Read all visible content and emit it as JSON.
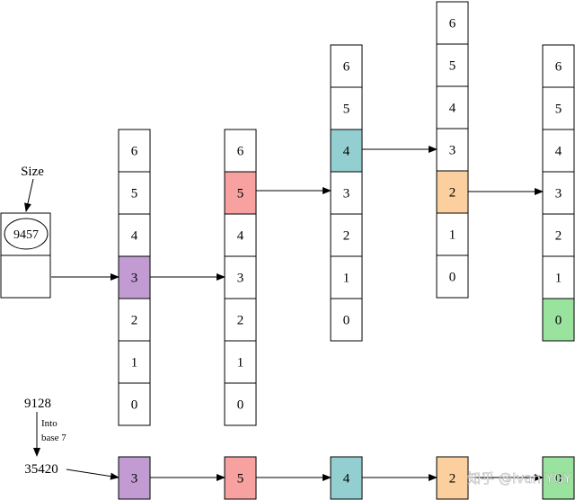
{
  "colors": {
    "purple": "#c39bd3",
    "red": "#f7a1a0",
    "teal": "#93cfd0",
    "orange": "#fbcf9e",
    "green": "#99e39e",
    "plain": "#ffffff",
    "stroke": "#000000"
  },
  "header": {
    "size_label": "Size",
    "size_value": "9457"
  },
  "columns": [
    {
      "cells": [
        "0",
        "1",
        "2",
        "3",
        "4",
        "5",
        "6"
      ],
      "highlight_index": 3,
      "highlight_color": "purple"
    },
    {
      "cells": [
        "0",
        "1",
        "2",
        "3",
        "4",
        "5",
        "6"
      ],
      "highlight_index": 5,
      "highlight_color": "red"
    },
    {
      "cells": [
        "0",
        "1",
        "2",
        "3",
        "4",
        "5",
        "6"
      ],
      "highlight_index": 4,
      "highlight_color": "teal"
    },
    {
      "cells": [
        "0",
        "1",
        "2",
        "3",
        "4",
        "5",
        "6"
      ],
      "highlight_index": 2,
      "highlight_color": "orange"
    },
    {
      "cells": [
        "0",
        "1",
        "2",
        "3",
        "4",
        "5",
        "6"
      ],
      "highlight_index": 0,
      "highlight_color": "green"
    }
  ],
  "conversion": {
    "input_number": "9128",
    "note_line1": "Into",
    "note_line2": "base 7",
    "result_number": "35420"
  },
  "digits": [
    {
      "value": "3",
      "color": "purple"
    },
    {
      "value": "5",
      "color": "red"
    },
    {
      "value": "4",
      "color": "teal"
    },
    {
      "value": "2",
      "color": "orange"
    },
    {
      "value": "0",
      "color": "green"
    }
  ],
  "watermark": "知乎 @Ivan YGY"
}
